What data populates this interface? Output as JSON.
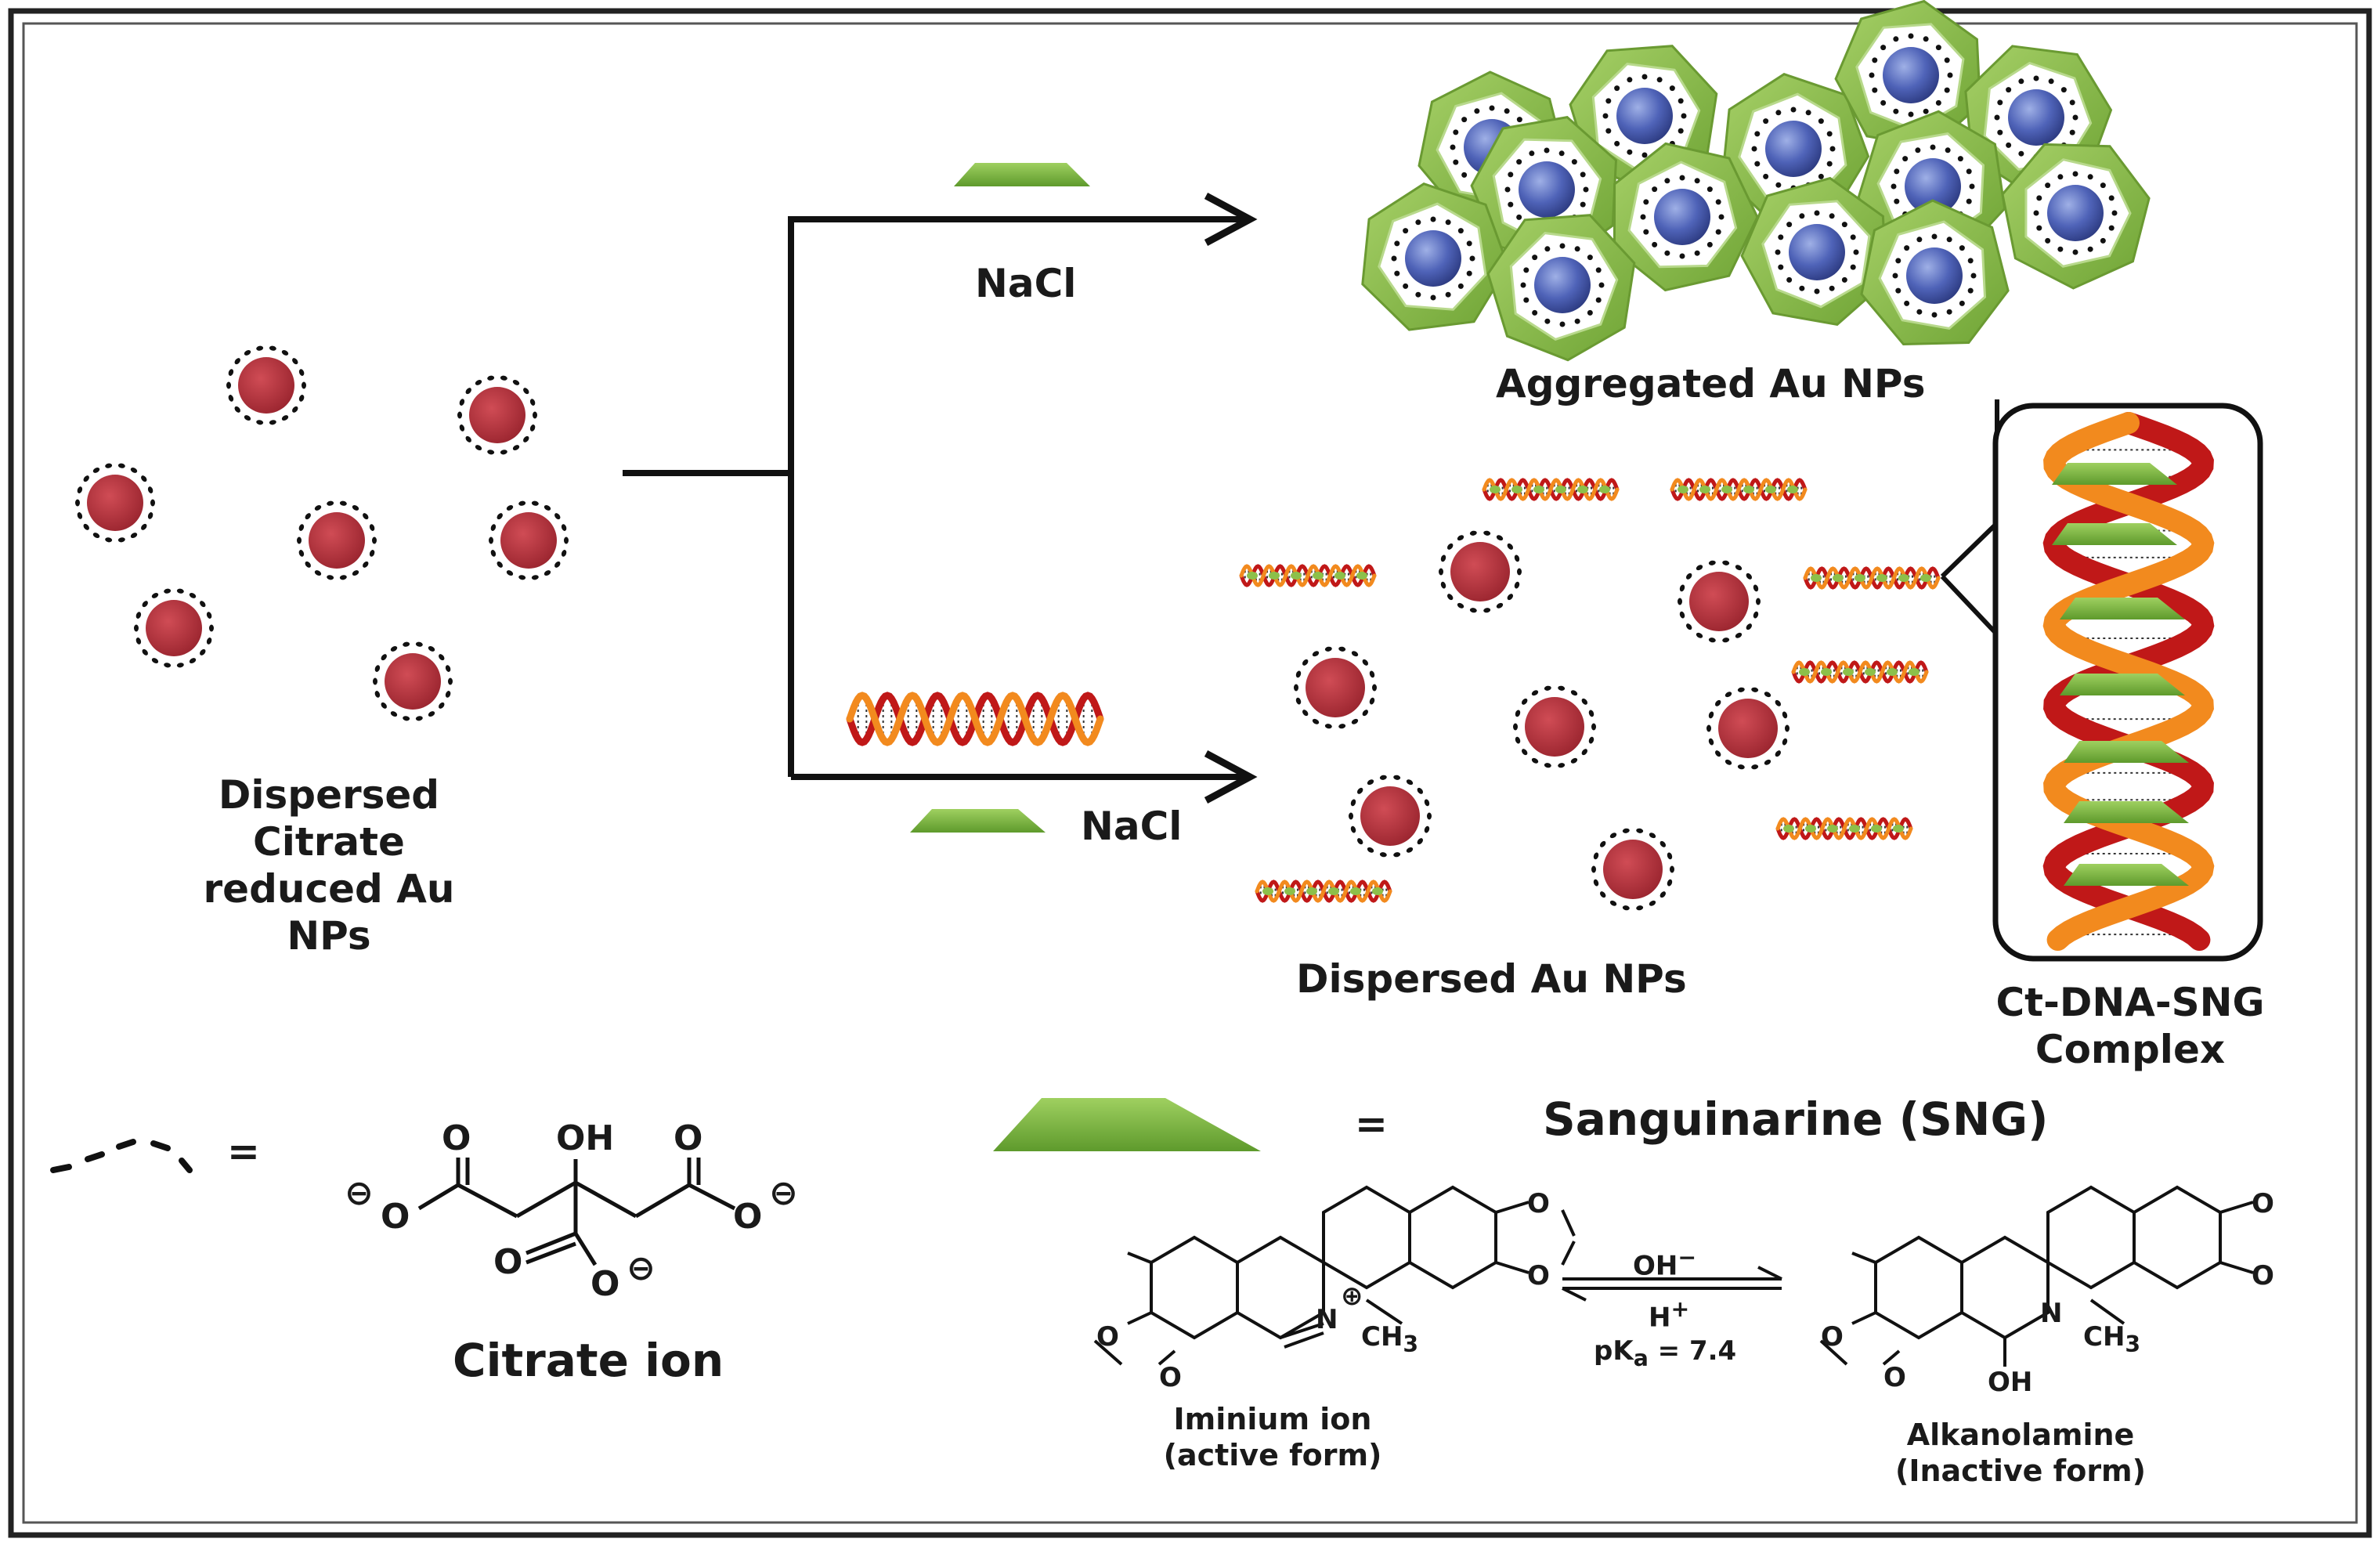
{
  "labels": {
    "nacl_top": "NaCl",
    "nacl_bottom": "NaCl",
    "aggregated": "Aggregated  Au NPs",
    "dispersed_citrate": [
      "Dispersed",
      "Citrate",
      "reduced Au",
      "NPs"
    ],
    "dispersed_au": "Dispersed  Au NPs",
    "complex": [
      "Ct-DNA-SNG",
      "Complex"
    ],
    "equals_1": "=",
    "equals_2": "=",
    "sanguinarine": "Sanguinarine (SNG)",
    "citrate_ion": "Citrate  ion",
    "iminium": [
      "Iminium ion",
      "(active form)"
    ],
    "alkanolamine": [
      "Alkanolamine",
      "(Inactive form)"
    ],
    "oh_minus": "OH",
    "h_plus": "H",
    "pka": "pK",
    "pka_sub": "a",
    "pka_value": " = 7.4"
  },
  "chem": {
    "O": "O",
    "OH": "OH",
    "N": "N",
    "CH3": "CH",
    "sub3": "3",
    "minus": "−",
    "plus": "+",
    "charge_minus": "⊖",
    "charge_plus": "⊕"
  },
  "colors": {
    "particle_red": "#b5303b",
    "particle_blue": "#4f63b8",
    "shell_green": "#8cc04a",
    "dna_red": "#c01818",
    "dna_orange": "#f28a1e",
    "arrow": "#111111"
  }
}
